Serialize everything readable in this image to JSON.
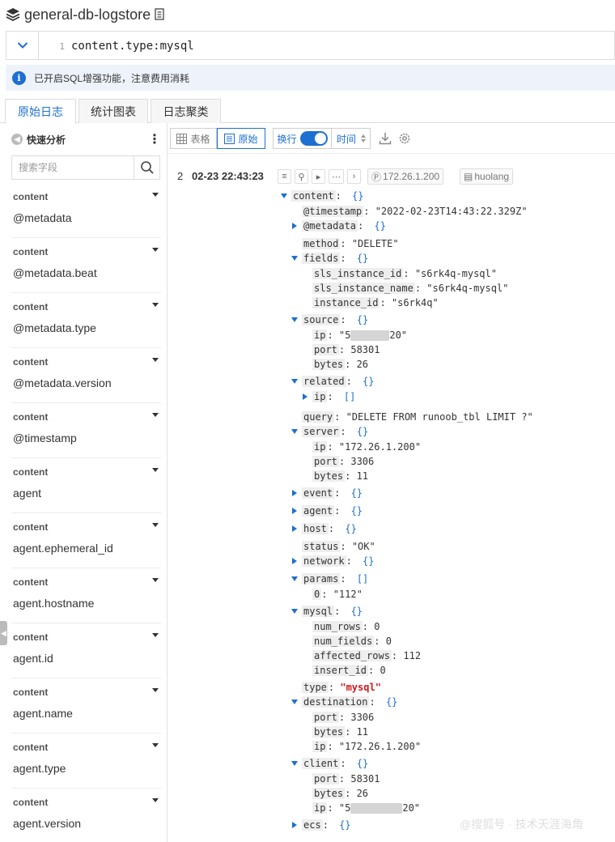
{
  "header": {
    "title": "general-db-logstore"
  },
  "query": {
    "line_number": "1",
    "text": "content.type:mysql"
  },
  "notice": {
    "icon": "info-icon",
    "text": "已开启SQL增强功能，注意费用消耗"
  },
  "tabs": [
    {
      "label": "原始日志",
      "active": true
    },
    {
      "label": "统计图表",
      "active": false
    },
    {
      "label": "日志聚类",
      "active": false
    }
  ],
  "sidebar": {
    "title": "快速分析",
    "search_placeholder": "搜索字段",
    "fields": [
      {
        "group": "content",
        "name": "@metadata"
      },
      {
        "group": "content",
        "name": "@metadata.beat"
      },
      {
        "group": "content",
        "name": "@metadata.type"
      },
      {
        "group": "content",
        "name": "@metadata.version"
      },
      {
        "group": "content",
        "name": "@timestamp"
      },
      {
        "group": "content",
        "name": "agent"
      },
      {
        "group": "content",
        "name": "agent.ephemeral_id"
      },
      {
        "group": "content",
        "name": "agent.hostname"
      },
      {
        "group": "content",
        "name": "agent.id"
      },
      {
        "group": "content",
        "name": "agent.name"
      },
      {
        "group": "content",
        "name": "agent.type"
      },
      {
        "group": "content",
        "name": "agent.version"
      }
    ]
  },
  "toolbar": {
    "table_label": "表格",
    "raw_label": "原始",
    "wrap_label": "换行",
    "wrap_on": true,
    "sort_label": "时间"
  },
  "record": {
    "index": "2",
    "time": "02-23 22:43:23",
    "tag_ip": "172.26.1.200",
    "tag_host": "huolang",
    "lines": {
      "content_k": "content",
      "content_b": "{}",
      "timestamp_k": "@timestamp",
      "timestamp_v": "\"2022-02-23T14:43:22.329Z\"",
      "metadata_k": "@metadata",
      "metadata_b": "{}",
      "method_k": "method",
      "method_v": "\"DELETE\"",
      "fields_k": "fields",
      "fields_b": "{}",
      "sls_instance_id_k": "sls_instance_id",
      "sls_instance_id_v": "\"s6rk4q-mysql\"",
      "sls_instance_name_k": "sls_instance_name",
      "sls_instance_name_v": "\"s6rk4q-mysql\"",
      "instance_id_k": "instance_id",
      "instance_id_v": "\"s6rk4q\"",
      "source_k": "source",
      "source_b": "{}",
      "source_ip_k": "ip",
      "source_ip_pre": "\"5",
      "source_ip_post": "20\"",
      "source_port_k": "port",
      "source_port_v": "58301",
      "source_bytes_k": "bytes",
      "source_bytes_v": "26",
      "related_k": "related",
      "related_b": "{}",
      "related_ip_k": "ip",
      "related_ip_b": "[]",
      "query_k": "query",
      "query_v": "\"DELETE FROM runoob_tbl LIMIT ?\"",
      "server_k": "server",
      "server_b": "{}",
      "server_ip_k": "ip",
      "server_ip_v": "\"172.26.1.200\"",
      "server_port_k": "port",
      "server_port_v": "3306",
      "server_bytes_k": "bytes",
      "server_bytes_v": "11",
      "event_k": "event",
      "event_b": "{}",
      "agent_k": "agent",
      "agent_b": "{}",
      "host_k": "host",
      "host_b": "{}",
      "status_k": "status",
      "status_v": "\"OK\"",
      "network_k": "network",
      "network_b": "{}",
      "params_k": "params",
      "params_b": "[]",
      "params0_k": "0",
      "params0_v": "\"112\"",
      "mysql_k": "mysql",
      "mysql_b": "{}",
      "num_rows_k": "num_rows",
      "num_rows_v": "0",
      "num_fields_k": "num_fields",
      "num_fields_v": "0",
      "affected_rows_k": "affected_rows",
      "affected_rows_v": "112",
      "insert_id_k": "insert_id",
      "insert_id_v": "0",
      "type_k": "type",
      "type_v": "\"mysql\"",
      "destination_k": "destination",
      "destination_b": "{}",
      "dest_port_k": "port",
      "dest_port_v": "3306",
      "dest_bytes_k": "bytes",
      "dest_bytes_v": "11",
      "dest_ip_k": "ip",
      "dest_ip_v": "\"172.26.1.200\"",
      "client_k": "client",
      "client_b": "{}",
      "client_port_k": "port",
      "client_port_v": "58301",
      "client_bytes_k": "bytes",
      "client_bytes_v": "26",
      "client_ip_k": "ip",
      "client_ip_pre": "\"5",
      "client_ip_post": "20\"",
      "ecs_k": "ecs",
      "ecs_b": "{}"
    }
  },
  "watermark": "@搜狐号 · 技术天涯海角",
  "colors": {
    "accent": "#1d6fd0",
    "highlight": "#d01919",
    "notice_bg": "#eef3fb"
  }
}
